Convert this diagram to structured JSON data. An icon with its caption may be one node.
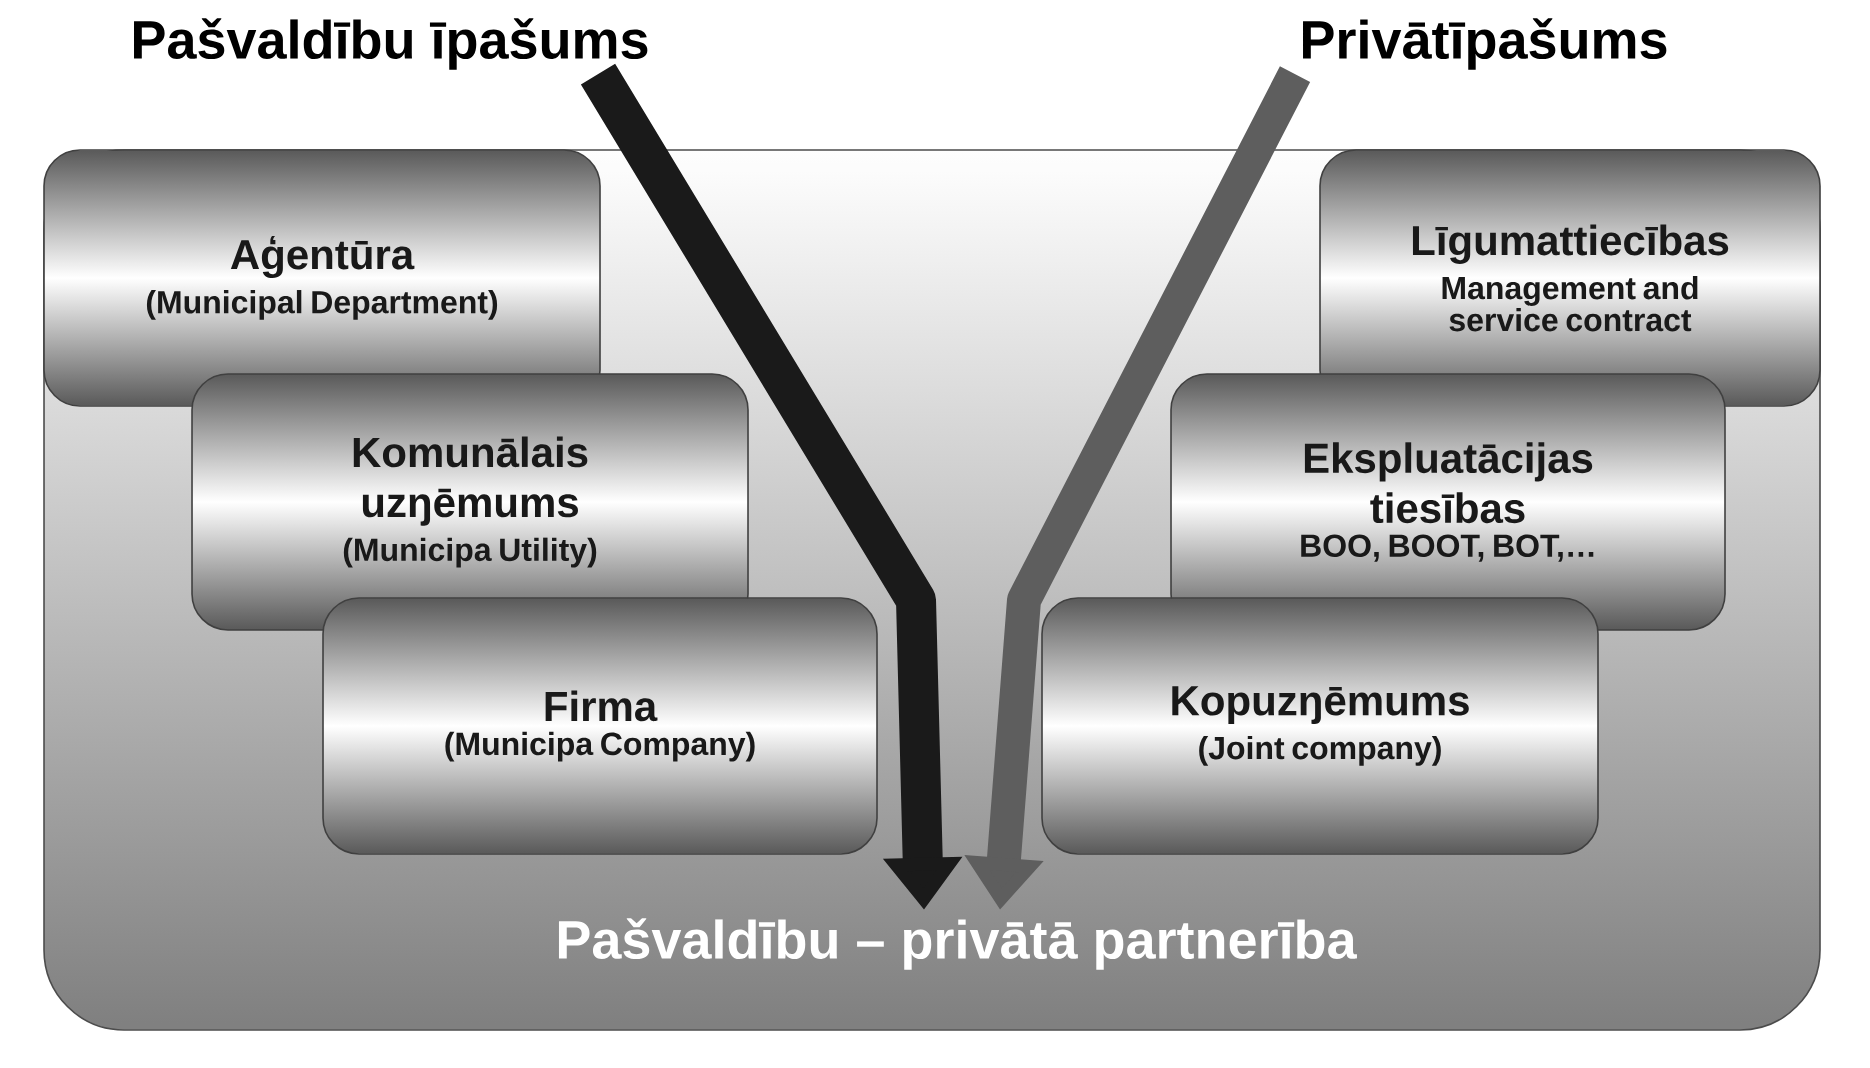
{
  "diagram": {
    "nodes": [
      {
        "text": [
          "Pašvaldību īpašums"
        ]
      },
      {
        "text": [
          "Privātīpašums"
        ]
      },
      {
        "text": [],
        "shape": "box"
      },
      {
        "text": [
          "Pašvaldību – privātā partnerība"
        ],
        "in": 2
      },
      {
        "text": [
          "Aģentūra",
          "(Municipal Department)"
        ],
        "in": 2
      },
      {
        "text": [
          "Komunālais uzŋēmums",
          "(Municipa Utility)"
        ],
        "in": 2
      },
      {
        "text": [
          "Firma",
          "(Municipa Company)"
        ],
        "in": 2
      },
      {
        "text": [
          "Līgumattiecības",
          "Management and service contract"
        ],
        "in": 2
      },
      {
        "text": [
          "Ekspluatācijas tiesības",
          "BOO, BOOT, BOT,…"
        ],
        "in": 2
      },
      {
        "text": [
          "Kopuzŋēmums",
          "(Joint company)"
        ],
        "in": 2
      }
    ],
    "edges": [
      {
        "from": 0,
        "to": 3,
        "arrow": "to",
        "color": "#1a1a1a"
      },
      {
        "from": 1,
        "to": 3,
        "arrow": "to",
        "color": "#5e5e5e"
      }
    ]
  }
}
